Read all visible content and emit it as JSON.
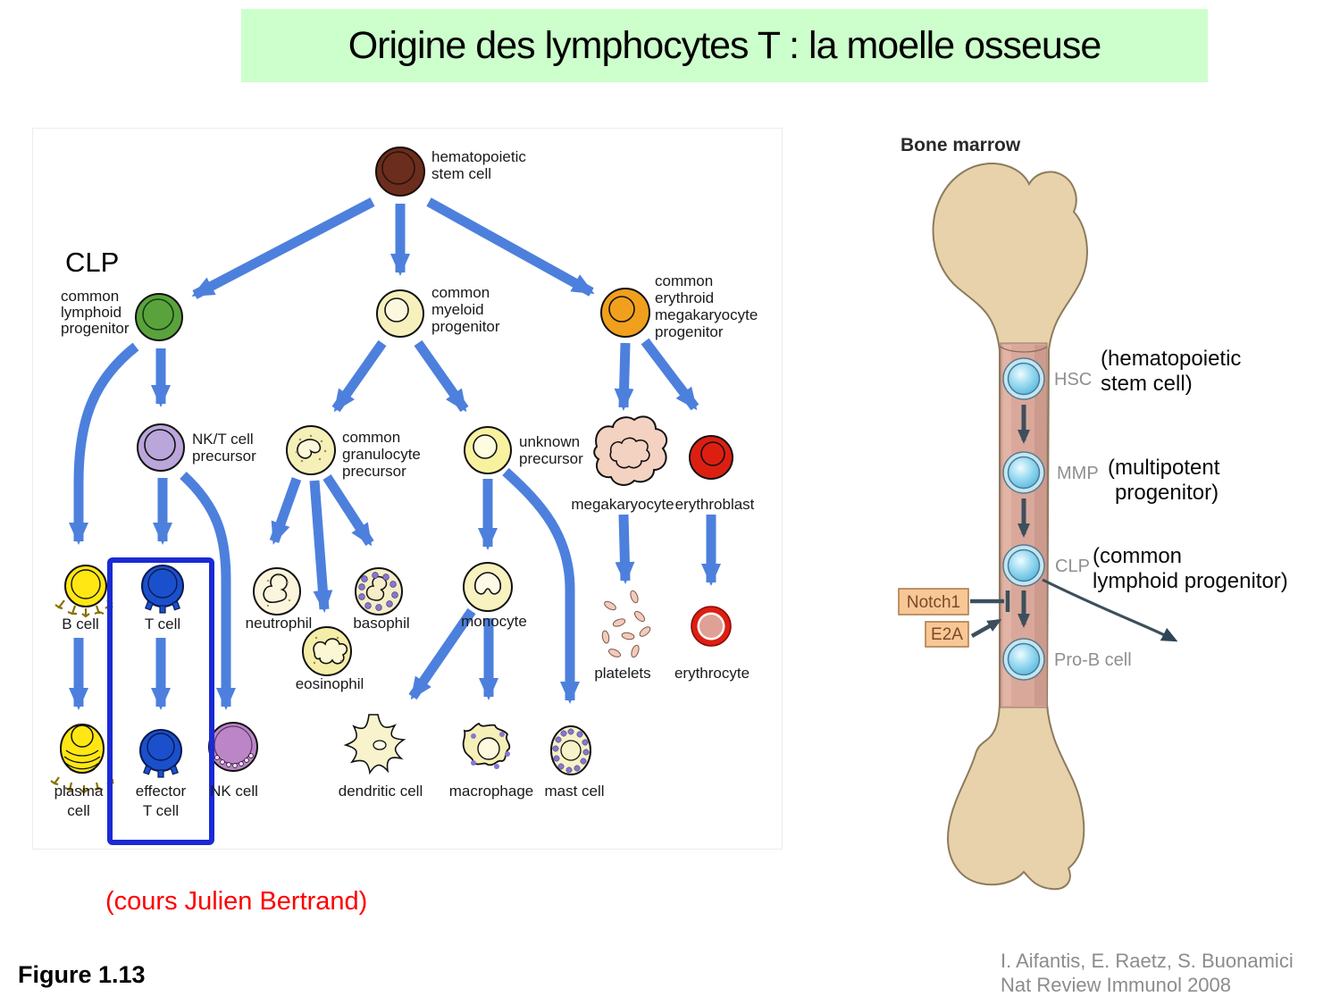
{
  "title": "Origine des lymphocytes T : la moelle osseuse",
  "overlay": {
    "clp_label": "CLP",
    "course_credit": "(cours Julien Bertrand)",
    "figure_label": "Figure 1.13",
    "citation_line1": "I. Aifantis, E. Raetz, S. Buonamici",
    "citation_line2": "Nat Review Immunol 2008",
    "hsc_annot": [
      "(hematopoietic",
      "stem cell)"
    ],
    "mmp_annot": [
      "(multipotent",
      "progenitor)"
    ],
    "clp_annot": [
      "(common",
      "lymphoid progenitor)"
    ]
  },
  "tree": {
    "hsc": [
      "hematopoietic",
      "stem cell"
    ],
    "clp": [
      "common",
      "lymphoid",
      "progenitor"
    ],
    "cmp": [
      "common",
      "myeloid",
      "progenitor"
    ],
    "cemp": [
      "common",
      "erythroid",
      "megakaryocyte",
      "progenitor"
    ],
    "nkt": [
      "NK/T cell",
      "precursor"
    ],
    "cgp": [
      "common",
      "granulocyte",
      "precursor"
    ],
    "unknown": [
      "unknown",
      "precursor"
    ],
    "megakaryocyte": "megakaryocyte",
    "erythroblast": "erythroblast",
    "bcell": "B cell",
    "tcell": "T cell",
    "neutrophil": "neutrophil",
    "basophil": "basophil",
    "eosinophil": "eosinophil",
    "monocyte": "monocyte",
    "platelets": "platelets",
    "erythrocyte": "erythrocyte",
    "plasma": [
      "plasma",
      "cell"
    ],
    "effector": [
      "effector",
      "T cell"
    ],
    "nk": "NK cell",
    "dendritic": "dendritic cell",
    "macrophage": "macrophage",
    "mast": "mast cell"
  },
  "bone": {
    "title": "Bone marrow",
    "hsc": "HSC",
    "mmp": "MMP",
    "clp": "CLP",
    "prob": "Pro-B cell",
    "notch1": "Notch1",
    "e2a": "E2A"
  },
  "colors": {
    "title_bg": "#ccffcc",
    "highlight_box": "#1a2ad4",
    "arrow_blue": "#4d80dd",
    "credit_red": "#fe0000",
    "citation_gray": "#8c8c8c",
    "bone_fill": "#e8d2ab",
    "marrow_pink": "#d9a89b",
    "notch_box_fill": "#f9c795",
    "bone_arrow": "#3d4f5c",
    "hsc_cell": "#6b2d1d",
    "clp_cell": "#5aa33c",
    "cmp_cell": "#f6f0bd",
    "cemp_cell": "#f0a01d",
    "tcell_blue": "#1b50cc",
    "bcell_yellow": "#ffe714",
    "nk_purple": "#bc85c8",
    "erythroid_red": "#dd1f12"
  }
}
